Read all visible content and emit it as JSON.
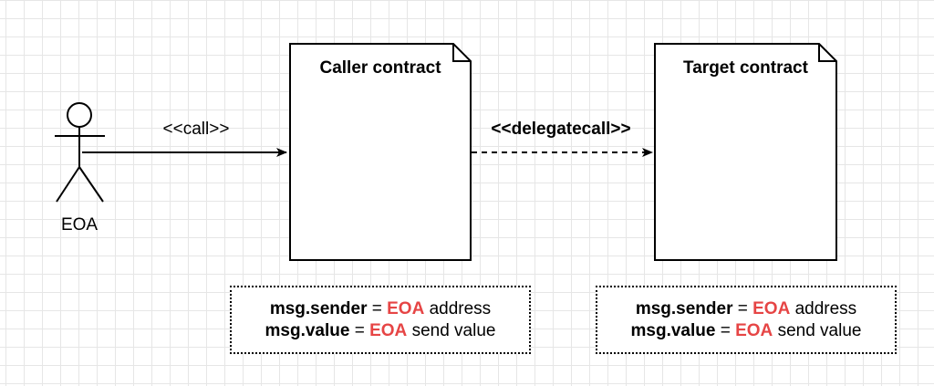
{
  "actor": {
    "label": "EOA"
  },
  "caller_box": {
    "title": "Caller contract"
  },
  "target_box": {
    "title": "Target contract"
  },
  "edges": {
    "call_label": "<<call>>",
    "delegatecall_label": "<<delegatecall>>"
  },
  "notes": [
    {
      "line1": {
        "var": "msg.sender",
        "eq": " = ",
        "who": "EOA",
        "rest": " address"
      },
      "line2": {
        "var": "msg.value",
        "eq": " = ",
        "who": "EOA",
        "rest": " send value"
      }
    },
    {
      "line1": {
        "var": "msg.sender",
        "eq": " = ",
        "who": "EOA",
        "rest": " address"
      },
      "line2": {
        "var": "msg.value",
        "eq": " = ",
        "who": "EOA",
        "rest": " send value"
      }
    }
  ],
  "colors": {
    "highlight": "#e64545",
    "grid": "#e6e6e6"
  }
}
